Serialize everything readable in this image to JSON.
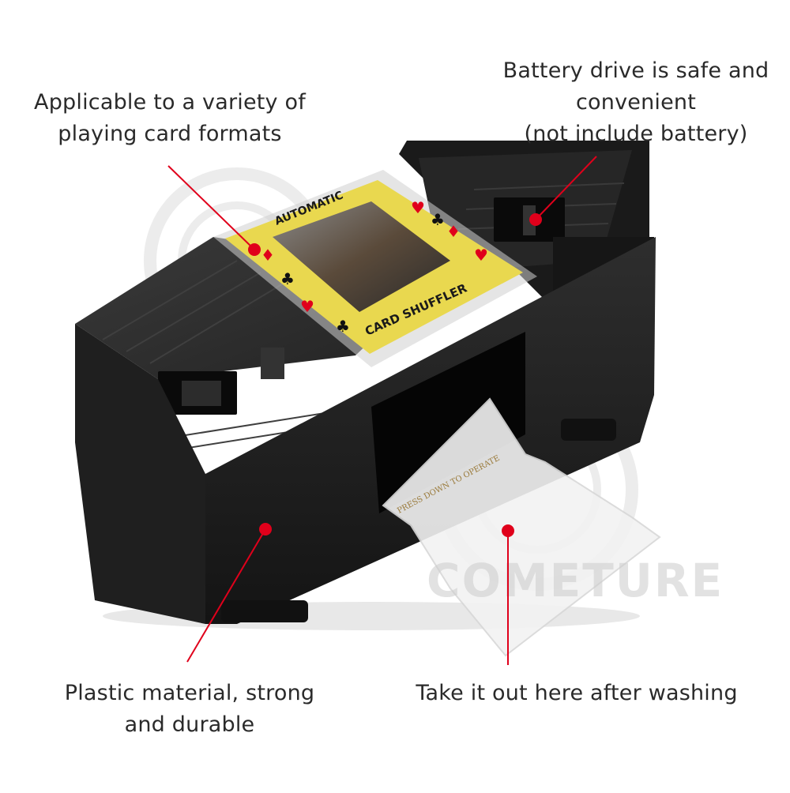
{
  "captions": {
    "top_left": {
      "line1": "Applicable to a variety of",
      "line2": "playing card formats"
    },
    "top_right": {
      "line1": "Battery drive is safe and",
      "line2": "convenient",
      "line3": "(not include battery)"
    },
    "bottom_left": {
      "line1": "Plastic material, strong",
      "line2": "and durable"
    },
    "bottom_right": {
      "line1": "Take it out here after washing"
    }
  },
  "product": {
    "lid_text_top": "AUTOMATIC",
    "lid_text_bottom": "CARD SHUFFLER",
    "tray_text": "PRESS DOWN TO OPERATE"
  },
  "watermark": "COMETURE",
  "colors": {
    "accent": "#e0001b",
    "body": "#1c1c1c",
    "label": "#e9d84f"
  }
}
